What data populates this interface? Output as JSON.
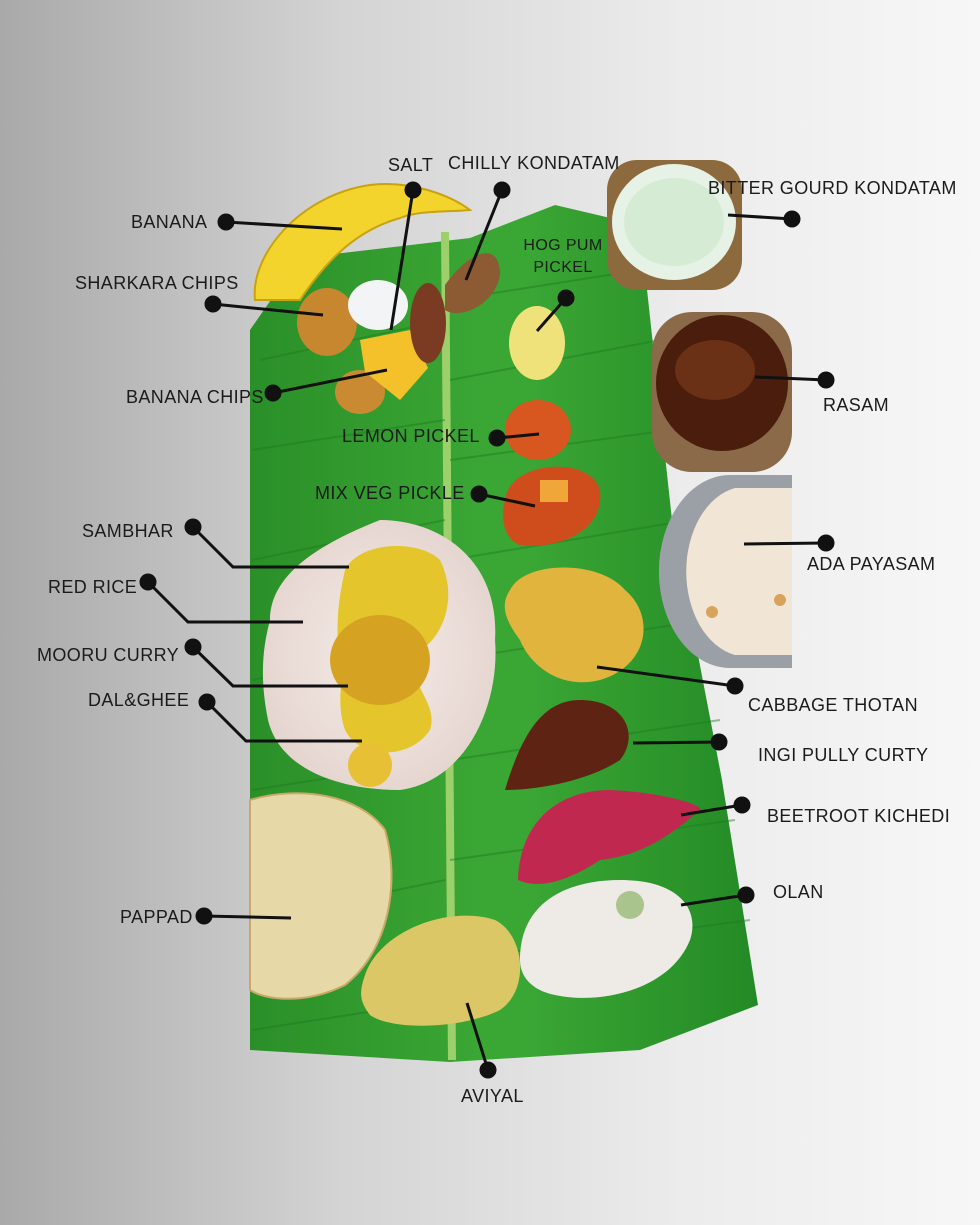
{
  "labels": {
    "banana": "BANANA",
    "sharkara_chips": "SHARKARA CHIPS",
    "banana_chips": "BANANA CHIPS",
    "salt": "SALT",
    "chilly_kondatam": "CHILLY KONDATAM",
    "hog_pum_pickel": "HOG PUM PICKEL",
    "lemon_pickel": "LEMON PICKEL",
    "mix_veg_pickle": "MIX VEG PICKLE",
    "bitter_gourd_kondatam": "BITTER GOURD KONDATAM",
    "rasam": "RASAM",
    "ada_payasam": "ADA  PAYASAM",
    "sambhar": "SAMBHAR",
    "red_rice": "RED RICE",
    "mooru_curry": "MOORU CURRY",
    "dal_ghee": "DAL&GHEE",
    "cabbage_thotan": "CABBAGE THOTAN",
    "ingi_pully_curty": "INGI PULLY CURTY",
    "beetroot_kichedi": "BEETROOT KICHEDI",
    "olan": "OLAN",
    "pappad": "PAPPAD",
    "aviyal": "AVIYAL"
  },
  "colors": {
    "leaf": "#2f9e2c",
    "leaf_dark": "#1f7a1f",
    "rice": "#efe4df",
    "sambhar": "#e4c62c",
    "pointer": "#111111"
  }
}
